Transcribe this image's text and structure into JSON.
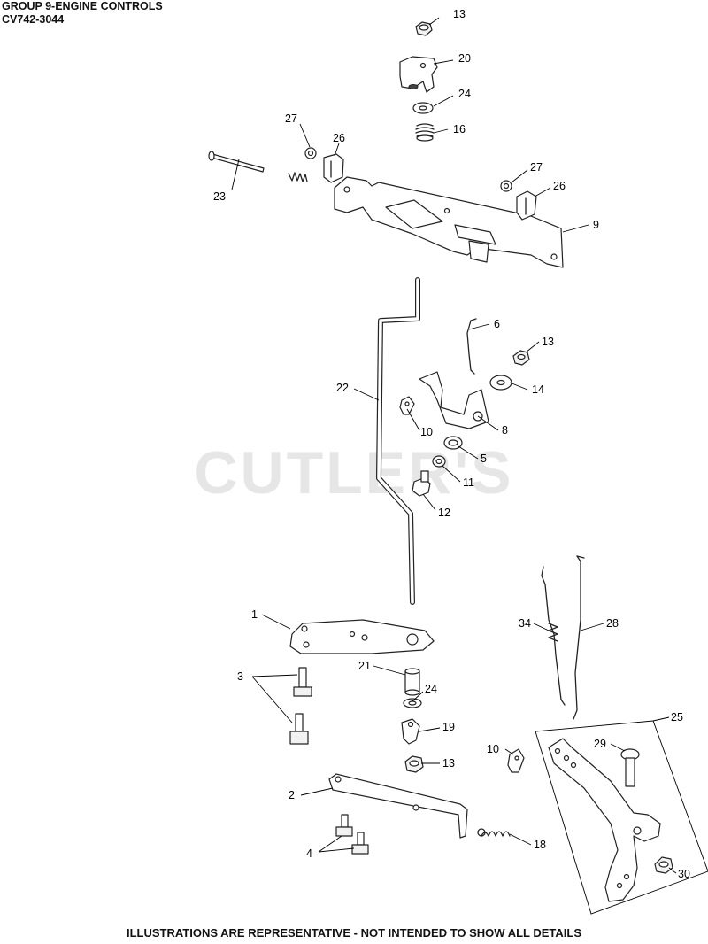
{
  "header": {
    "line1": "GROUP 9-ENGINE CONTROLS",
    "line2": "CV742-3044"
  },
  "watermark": "CUTLER'S",
  "footer": "ILLUSTRATIONS ARE REPRESENTATIVE - NOT INTENDED TO SHOW ALL DETAILS",
  "callouts": [
    "13",
    "20",
    "24",
    "16",
    "27",
    "26",
    "23",
    "27",
    "26",
    "9",
    "6",
    "13",
    "22",
    "14",
    "10",
    "8",
    "5",
    "11",
    "12",
    "1",
    "34",
    "28",
    "21",
    "24",
    "3",
    "19",
    "25",
    "10",
    "29",
    "13",
    "2",
    "18",
    "4",
    "30"
  ]
}
